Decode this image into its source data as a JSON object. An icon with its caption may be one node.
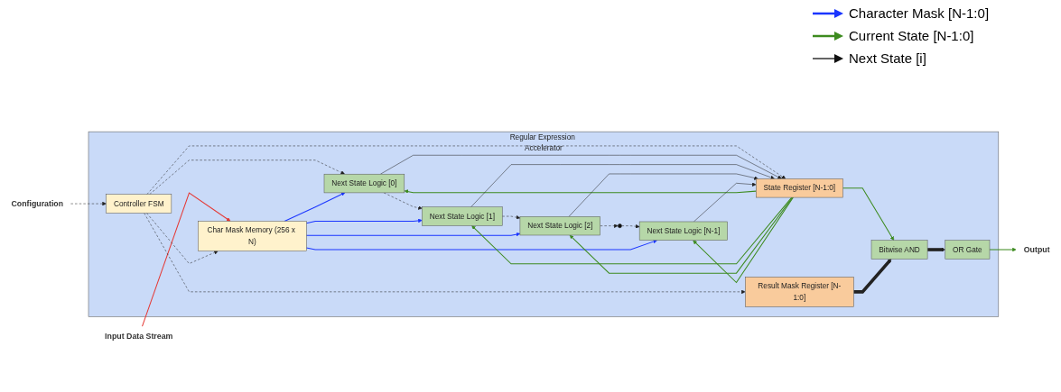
{
  "diagram": {
    "nodes": [
      {
        "text": [
          "Regular Expression Accelerator"
        ]
      },
      {
        "text": [
          "Input Data Stream"
        ]
      },
      {
        "text": [
          "Configuration"
        ]
      },
      {
        "text": [
          "Char Mask Memory (256 x N)"
        ],
        "in": 0
      },
      {
        "text": [
          "Controller FSM"
        ],
        "in": 0
      },
      {
        "text": [
          "Next State Logic [0]"
        ],
        "in": 0
      },
      {
        "text": [
          "Next State Logic [1]"
        ],
        "in": 0
      },
      {
        "text": [
          "Next State Logic [2]"
        ],
        "in": 0
      },
      {
        "text": [],
        "shape": "circle",
        "in": 0
      },
      {
        "text": [
          "Next State Logic [N-1]"
        ],
        "in": 0
      },
      {
        "text": [
          "State Register [N-1:0]"
        ],
        "in": 0
      },
      {
        "text": [
          "Result Mask Register [N-1:0]"
        ],
        "in": 0
      },
      {
        "text": [
          "Bitwise AND"
        ],
        "in": 0
      },
      {
        "text": [
          "OR Gate"
        ],
        "in": 0
      },
      {
        "text": [
          "Output"
        ]
      }
    ],
    "edges": [
      {
        "from": 1,
        "to": 3,
        "arrow": "to",
        "color": "#e53935"
      },
      {
        "from": 2,
        "to": 4,
        "arrow": "to",
        "style": "dashed"
      },
      {
        "from": 4,
        "to": 3,
        "arrow": "to",
        "style": "dashed"
      },
      {
        "from": 4,
        "to": 5,
        "arrow": "to",
        "style": "dashed"
      },
      {
        "from": 5,
        "to": 6,
        "arrow": "to",
        "style": "dashed"
      },
      {
        "from": 6,
        "to": 7,
        "arrow": "to",
        "style": "dashed"
      },
      {
        "from": 7,
        "to": 8,
        "arrow": "to",
        "style": "dashed"
      },
      {
        "from": 8,
        "to": 9,
        "arrow": "to",
        "style": "dashed"
      },
      {
        "from": 4,
        "to": 10,
        "arrow": "to",
        "style": "dashed"
      },
      {
        "from": 4,
        "to": 11,
        "arrow": "to",
        "style": "dashed"
      },
      {
        "from": 3,
        "to": 5,
        "arrow": "to",
        "color": "#1a35ff"
      },
      {
        "from": 3,
        "to": 6,
        "arrow": "to",
        "color": "#1a35ff"
      },
      {
        "from": 3,
        "to": 7,
        "arrow": "to",
        "color": "#1a35ff"
      },
      {
        "from": 3,
        "to": 9,
        "arrow": "to",
        "color": "#1a35ff"
      },
      {
        "from": 10,
        "to": 5,
        "arrow": "to",
        "color": "#3d8b1f"
      },
      {
        "from": 10,
        "to": 6,
        "arrow": "to",
        "color": "#3d8b1f"
      },
      {
        "from": 10,
        "to": 7,
        "arrow": "to",
        "color": "#3d8b1f"
      },
      {
        "from": 10,
        "to": 9,
        "arrow": "to",
        "color": "#3d8b1f"
      },
      {
        "from": 5,
        "to": 10,
        "arrow": "to"
      },
      {
        "from": 6,
        "to": 10,
        "arrow": "to"
      },
      {
        "from": 7,
        "to": 10,
        "arrow": "to"
      },
      {
        "from": 9,
        "to": 10,
        "arrow": "to"
      },
      {
        "from": 10,
        "to": 12,
        "arrow": "to",
        "color": "#3d8b1f"
      },
      {
        "from": 11,
        "to": 12,
        "arrow": "to",
        "style": "thick"
      },
      {
        "from": 12,
        "to": 13,
        "arrow": "to",
        "style": "thick"
      },
      {
        "from": 13,
        "to": 14,
        "arrow": "to",
        "color": "#3d8b1f"
      }
    ],
    "legend": [
      {
        "text": "Character Mask [N-1:0]"
      },
      {
        "text": "Current State [N-1:0]"
      },
      {
        "text": "Next State [i]"
      }
    ]
  }
}
